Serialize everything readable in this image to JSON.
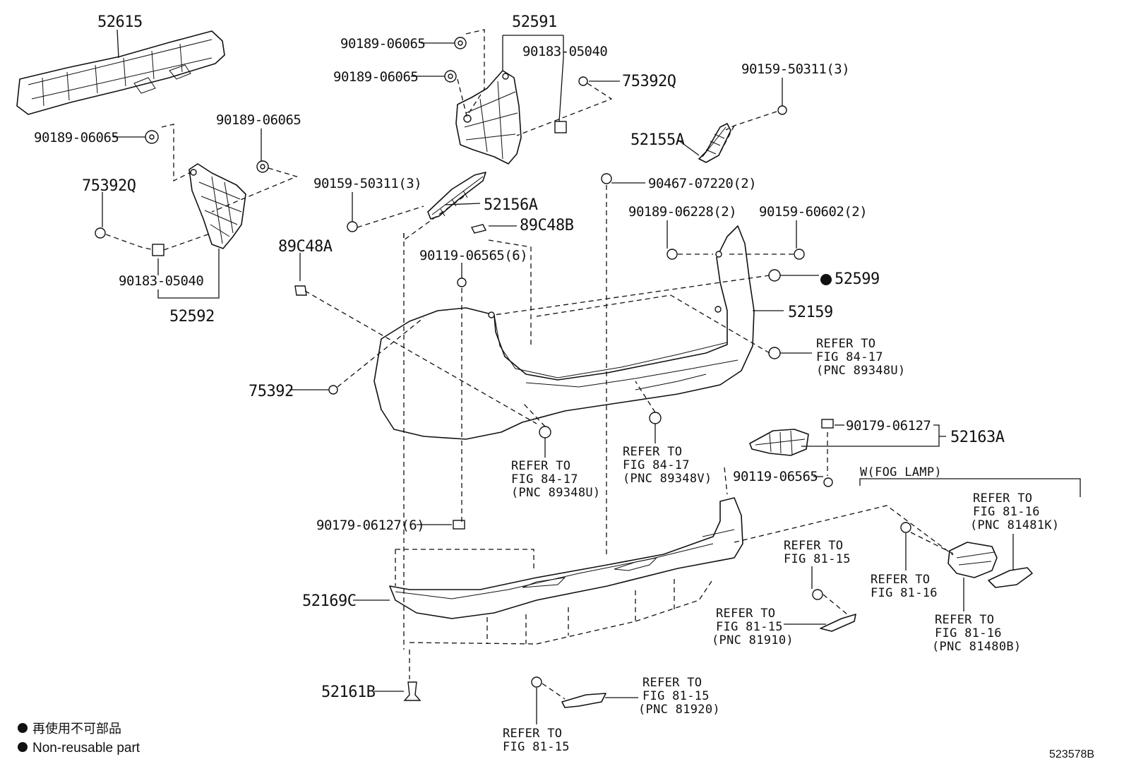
{
  "labels": {
    "p52615": "52615",
    "p52591": "52591",
    "p90189_a": "90189-06065",
    "p90189_b": "90189-06065",
    "p90189_c": "90189-06065",
    "p90189_d": "90189-06065",
    "p90183_a": "90183-05040",
    "p90183_b": "90183-05040",
    "p75392q_a": "75392Q",
    "p75392q_b": "75392Q",
    "p90159_a": "90159-50311(3)",
    "p90159_b": "90159-50311(3)",
    "p52155a": "52155A",
    "p90467": "90467-07220(2)",
    "p52156a": "52156A",
    "p89c48b": "89C48B",
    "p89c48a": "89C48A",
    "p90189_228": "90189-06228(2)",
    "p90159_606": "90159-60602(2)",
    "p52599": "52599",
    "p52159": "52159",
    "p90119_6": "90119-06565(6)",
    "p52592": "52592",
    "p75392": "75392",
    "p90179_a": "90179-06127",
    "p52163a": "52163A",
    "p90119": "90119-06565",
    "p90179_6": "90179-06127(6)",
    "p52169c": "52169C",
    "p52161b": "52161B",
    "wfog": "W(FOG LAMP)"
  },
  "refs": {
    "r1": [
      "REFER TO",
      "FIG 84-17",
      "(PNC 89348U)"
    ],
    "r2": [
      "REFER TO",
      "FIG 84-17",
      "(PNC 89348U)"
    ],
    "r3": [
      "REFER TO",
      "FIG 84-17",
      "(PNC 89348V)"
    ],
    "r4": [
      "REFER TO",
      "FIG 81-16",
      "(PNC 81481K)"
    ],
    "r5": [
      "REFER TO",
      "FIG 81-15"
    ],
    "r6": [
      "REFER TO",
      "FIG 81-16"
    ],
    "r7": [
      "REFER TO",
      "FIG 81-15",
      "(PNC 81910)"
    ],
    "r8": [
      "REFER TO",
      "FIG 81-16",
      "(PNC 81480B)"
    ],
    "r9": [
      "REFER TO",
      "FIG 81-15",
      "(PNC 81920)"
    ],
    "r10": [
      "REFER TO",
      "FIG 81-15"
    ]
  },
  "legend": {
    "line1": "再使用不可部品",
    "line2": "Non-reusable part"
  },
  "diagram_code": "523578B",
  "colors": {
    "ink": "#111111",
    "background": "#ffffff"
  }
}
